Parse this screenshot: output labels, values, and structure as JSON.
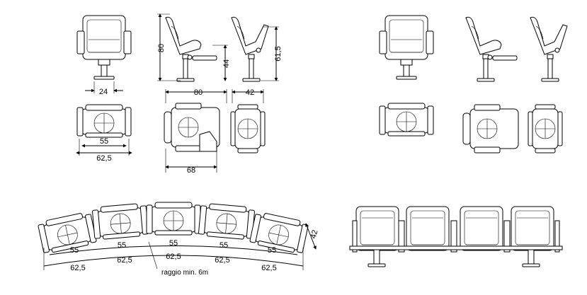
{
  "drawing": {
    "dimensions": {
      "front_base_width": "24",
      "side_height_total": "80",
      "side_seat_height": "44",
      "side_folded_height": "61,5",
      "top_depth_open": "80",
      "top_depth_folded": "42",
      "top_open_inner": "68",
      "plan_inner_width": "55",
      "plan_outer_width": "62,5"
    },
    "curved_row": {
      "inner_widths": [
        "55",
        "55",
        "55",
        "55",
        "55"
      ],
      "outer_widths": [
        "62,5",
        "62,5",
        "62,5",
        "62,5",
        "62,5"
      ],
      "row_depth": "42",
      "radius_note": "raggio min. 6m"
    }
  }
}
